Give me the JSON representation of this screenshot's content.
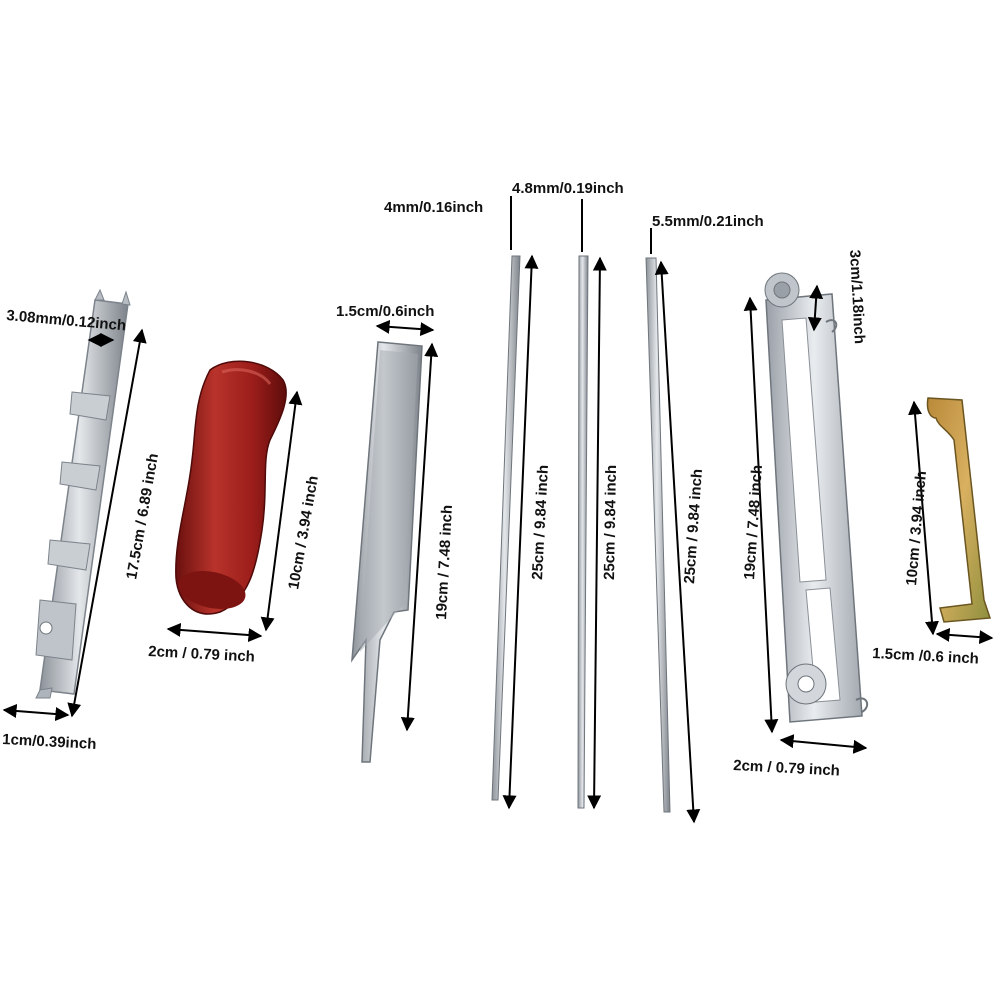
{
  "colors": {
    "background": "#ffffff",
    "arrow": "#000000",
    "steel_light": "#d9dde2",
    "steel_mid": "#aeb4bb",
    "steel_dark": "#7c838b",
    "wood": "#9b1d1a",
    "wood_dark": "#6a100e",
    "brass": "#c79a3c"
  },
  "tools": [
    {
      "name": "depth gauge"
    },
    {
      "name": "wooden handle"
    },
    {
      "name": "flat file"
    },
    {
      "name": "round file 4mm"
    },
    {
      "name": "round file 4.8mm"
    },
    {
      "name": "round file 5.5mm"
    },
    {
      "name": "file guide"
    },
    {
      "name": "hook tool"
    }
  ],
  "labels": {
    "depth_gauge_width": "3.08mm/0.12inch",
    "depth_gauge_length": "17.5cm / 6.89 inch",
    "depth_gauge_base": "1cm/0.39inch",
    "handle_length": "10cm / 3.94 inch",
    "handle_base": "2cm / 0.79 inch",
    "flat_file_width": "1.5cm/0.6inch",
    "flat_file_length": "19cm / 7.48 inch",
    "round_file_1_diameter": "4mm/0.16inch",
    "round_file_2_diameter": "4.8mm/0.19inch",
    "round_file_3_diameter": "5.5mm/0.21inch",
    "round_file_1_length": "25cm / 9.84 inch",
    "round_file_2_length": "25cm / 9.84 inch",
    "round_file_3_length": "25cm / 9.84 inch",
    "guide_height": "3cm/1.18inch",
    "guide_length": "19cm / 7.48 inch",
    "guide_base": "2cm / 0.79 inch",
    "hook_length": "10cm / 3.94 inch",
    "hook_base": "1.5cm /0.6 inch"
  }
}
